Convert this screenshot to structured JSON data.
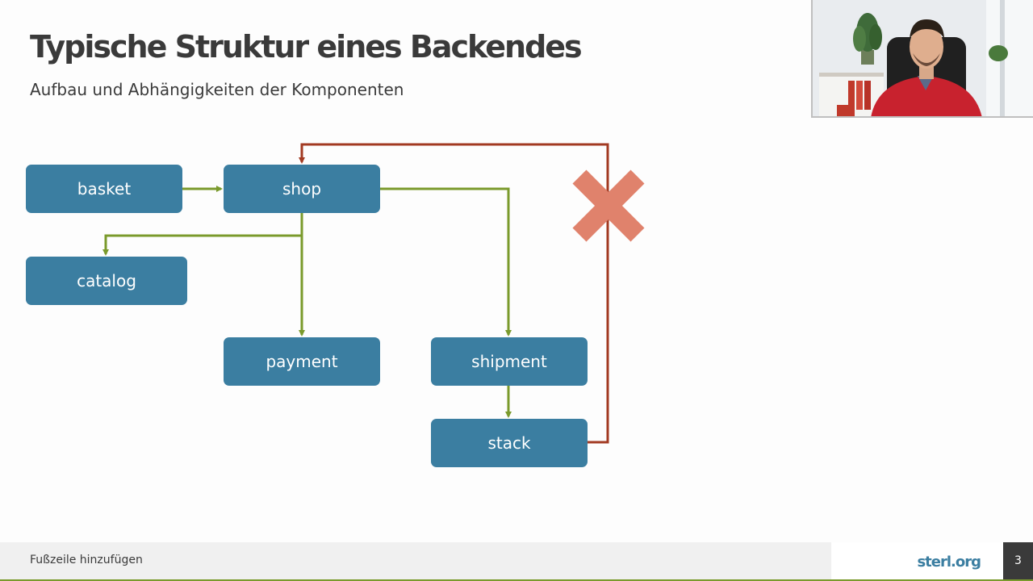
{
  "slide": {
    "title": "Typische Struktur eines Backendes",
    "subtitle": "Aufbau und Abhängigkeiten der Komponenten",
    "footer_text": "Fußzeile hinzufügen",
    "brand": "sterl.org",
    "page_number": "3"
  },
  "diagram": {
    "nodes": {
      "basket": "basket",
      "shop": "shop",
      "catalog": "catalog",
      "payment": "payment",
      "shipment": "shipment",
      "stack": "stack"
    },
    "edges": [
      {
        "from": "basket",
        "to": "shop",
        "kind": "dependency"
      },
      {
        "from": "shop",
        "to": "catalog",
        "kind": "dependency"
      },
      {
        "from": "shop",
        "to": "payment",
        "kind": "dependency"
      },
      {
        "from": "shop",
        "to": "shipment",
        "kind": "dependency"
      },
      {
        "from": "shipment",
        "to": "stack",
        "kind": "dependency"
      },
      {
        "from": "stack",
        "to": "shop",
        "kind": "forbidden"
      }
    ]
  },
  "colors": {
    "node_fill": "#3b7ea1",
    "dependency_arrow": "#7a9a2c",
    "forbidden_arrow": "#a23a22",
    "forbidden_cross": "#e0826c",
    "title": "#3a3a3a",
    "brand": "#3b7ea1"
  },
  "icons": {
    "cross": "close-icon"
  }
}
